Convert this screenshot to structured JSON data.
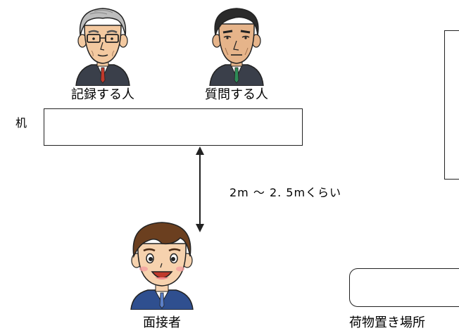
{
  "people": {
    "recorder": {
      "label": "記録する人",
      "icon": "elderly-man-glasses-icon"
    },
    "questioner": {
      "label": "質問する人",
      "icon": "middle-aged-man-suit-icon"
    },
    "interviewee": {
      "label": "面接者",
      "icon": "young-man-suit-icon"
    }
  },
  "desk": {
    "label": "机"
  },
  "distance": {
    "label": "2m 〜 2. 5mくらい"
  },
  "luggage": {
    "label": "荷物置き場所"
  },
  "colors": {
    "line": "#222222",
    "skin": "#f3c9a0",
    "suit_dark": "#3a3f4a",
    "suit_blue": "#2f4f8f",
    "hair_gray": "#bdbdbd",
    "hair_dark": "#2b2b2b",
    "hair_brown": "#6b3f1f",
    "tie_red": "#c0392b",
    "tie_green": "#2e8b57"
  }
}
